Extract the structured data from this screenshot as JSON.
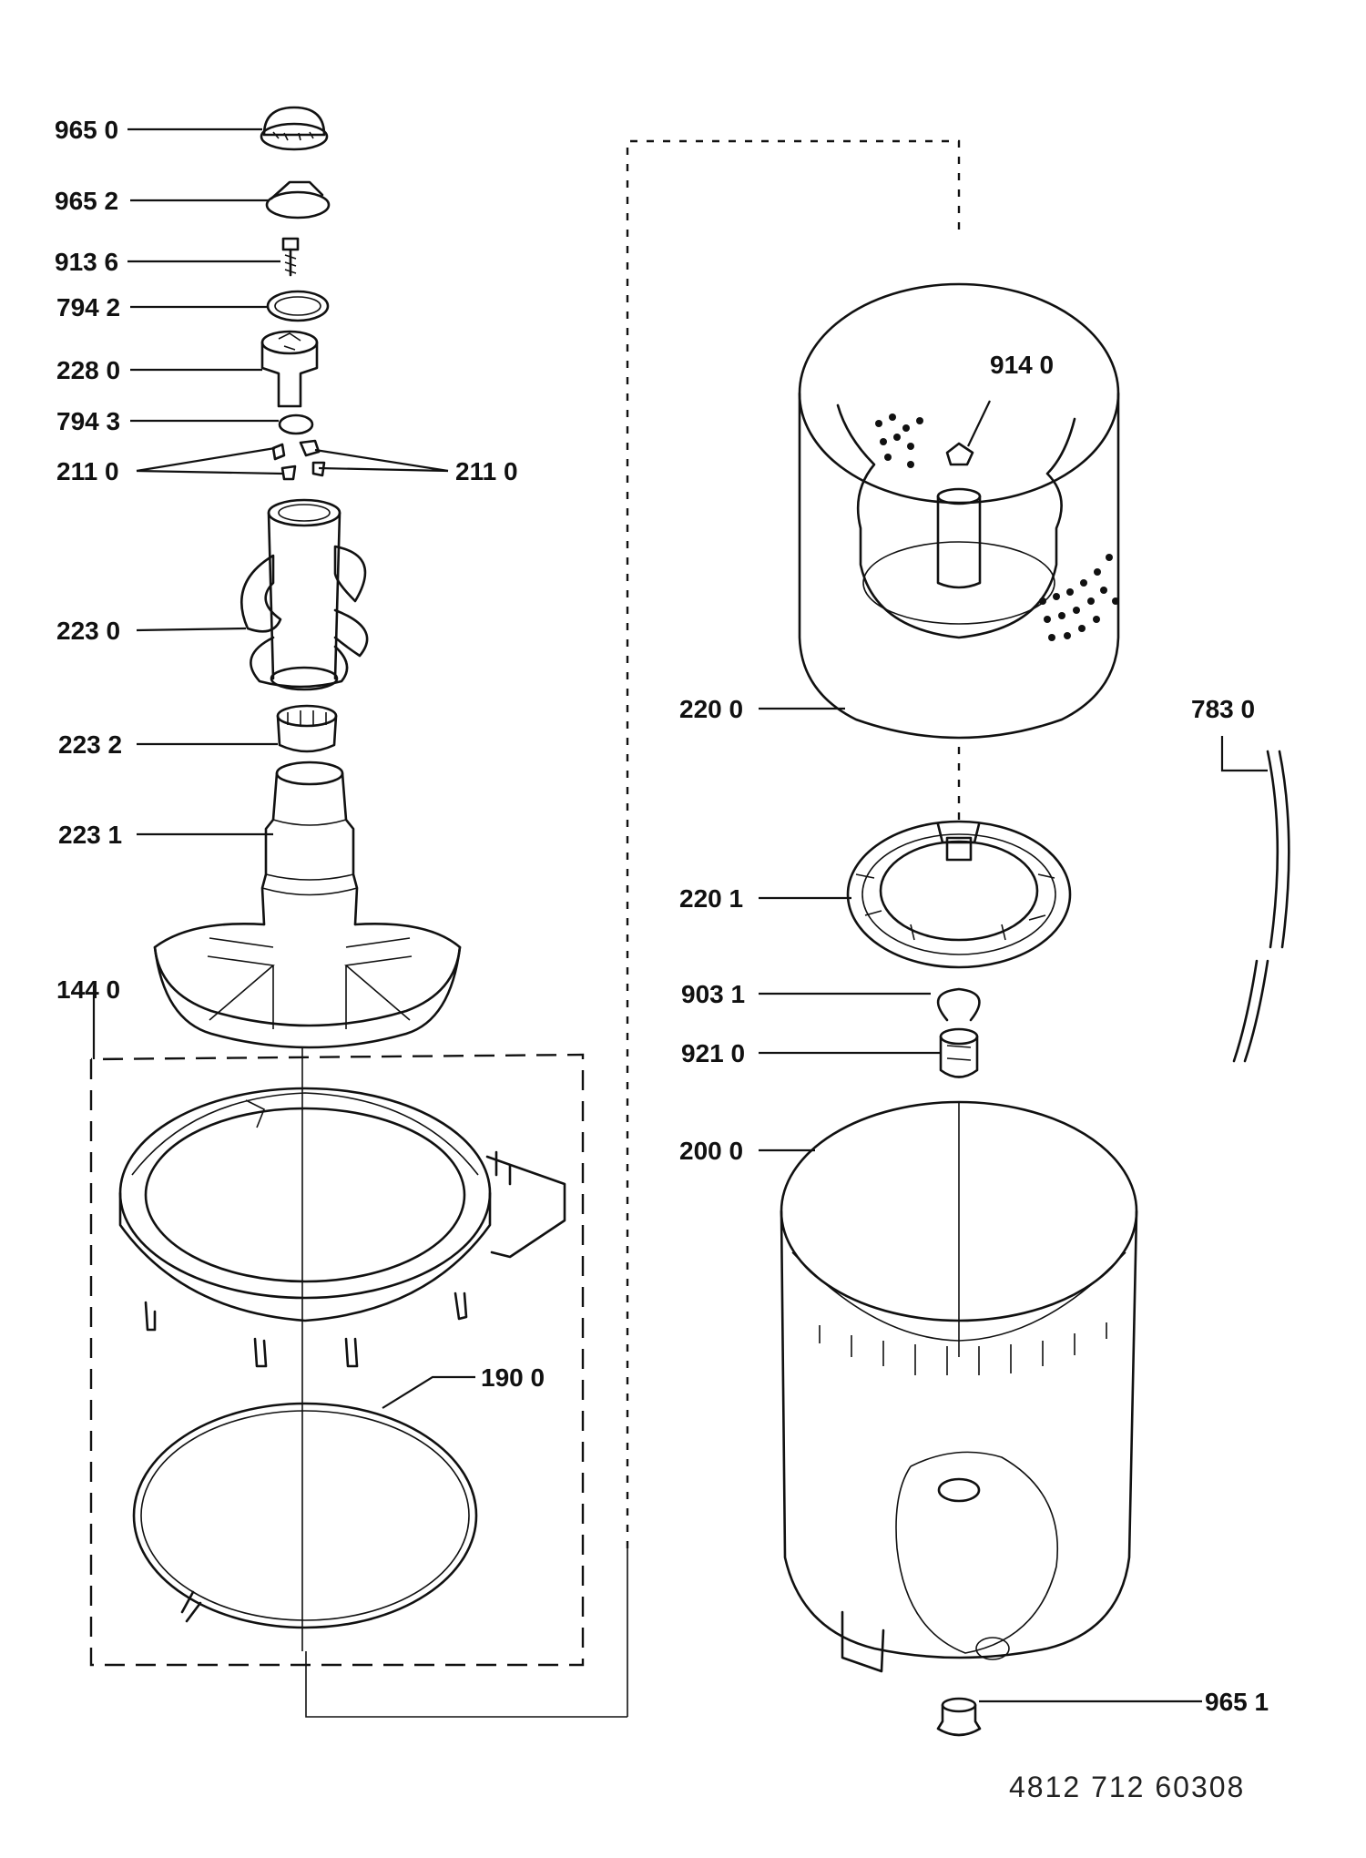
{
  "labels": {
    "l_965_0": "965 0",
    "l_965_2": "965 2",
    "l_913_6": "913 6",
    "l_794_2": "794 2",
    "l_228_0": "228 0",
    "l_794_3": "794 3",
    "l_211_0_left": "211 0",
    "l_211_0_right": "211  0",
    "l_223_0": "223 0",
    "l_223_2": "223 2",
    "l_223_1": "223 1",
    "l_144_0": "144 0",
    "l_190_0": "190 0",
    "l_914_0": "914  0",
    "l_220_0": "220 0",
    "l_783_0": "783 0",
    "l_220_1": "220 1",
    "l_903_1": "903 1",
    "l_921_0": "921 0",
    "l_200_0": "200  0",
    "l_965_1": "965 1"
  },
  "drawing_code": "4812  712  60308"
}
